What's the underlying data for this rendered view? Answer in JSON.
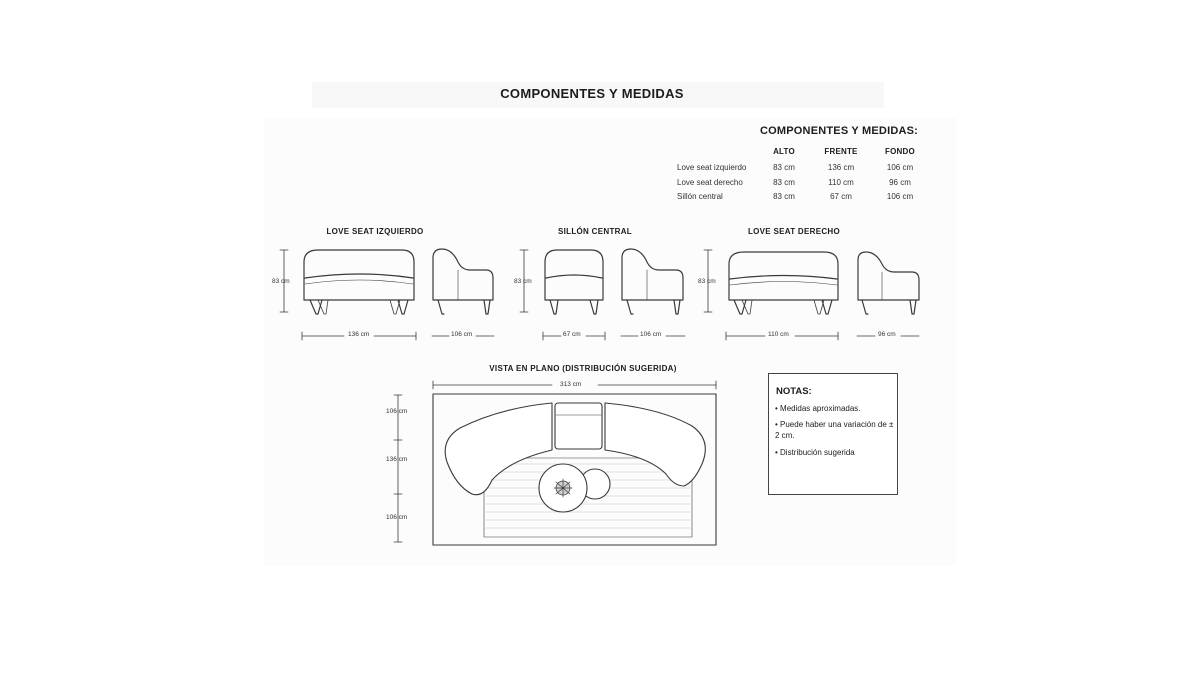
{
  "header": {
    "title": "COMPONENTES Y MEDIDAS"
  },
  "table": {
    "title": "COMPONENTES Y MEDIDAS:",
    "columns": [
      "ALTO",
      "FRENTE",
      "FONDO"
    ],
    "rows": [
      {
        "name": "Love seat izquierdo",
        "alto": "83 cm",
        "frente": "136 cm",
        "fondo": "106 cm"
      },
      {
        "name": "Love seat derecho",
        "alto": "83 cm",
        "frente": "110 cm",
        "fondo": "96 cm"
      },
      {
        "name": "Sillón central",
        "alto": "83 cm",
        "frente": "67 cm",
        "fondo": "106 cm"
      }
    ]
  },
  "sections": {
    "left": "LOVE SEAT IZQUIERDO",
    "center": "SILLÓN CENTRAL",
    "right": "LOVE SEAT DERECHO"
  },
  "dims": {
    "left_height": "83 cm",
    "left_front": "136 cm",
    "left_depth": "106 cm",
    "center_height": "83 cm",
    "center_front": "67 cm",
    "center_depth": "106 cm",
    "right_height": "83 cm",
    "right_front": "110 cm",
    "right_depth": "96 cm"
  },
  "plan": {
    "title": "VISTA EN PLANO (DISTRIBUCIÓN SUGERIDA)",
    "width": "313 cm",
    "v1": "106 cm",
    "v2": "136 cm",
    "v3": "106 cm"
  },
  "notes": {
    "title": "NOTAS:",
    "items": [
      "• Medidas aproximadas.",
      "• Puede haber una variación de ± 2 cm.",
      "• Distribución sugerida"
    ]
  }
}
